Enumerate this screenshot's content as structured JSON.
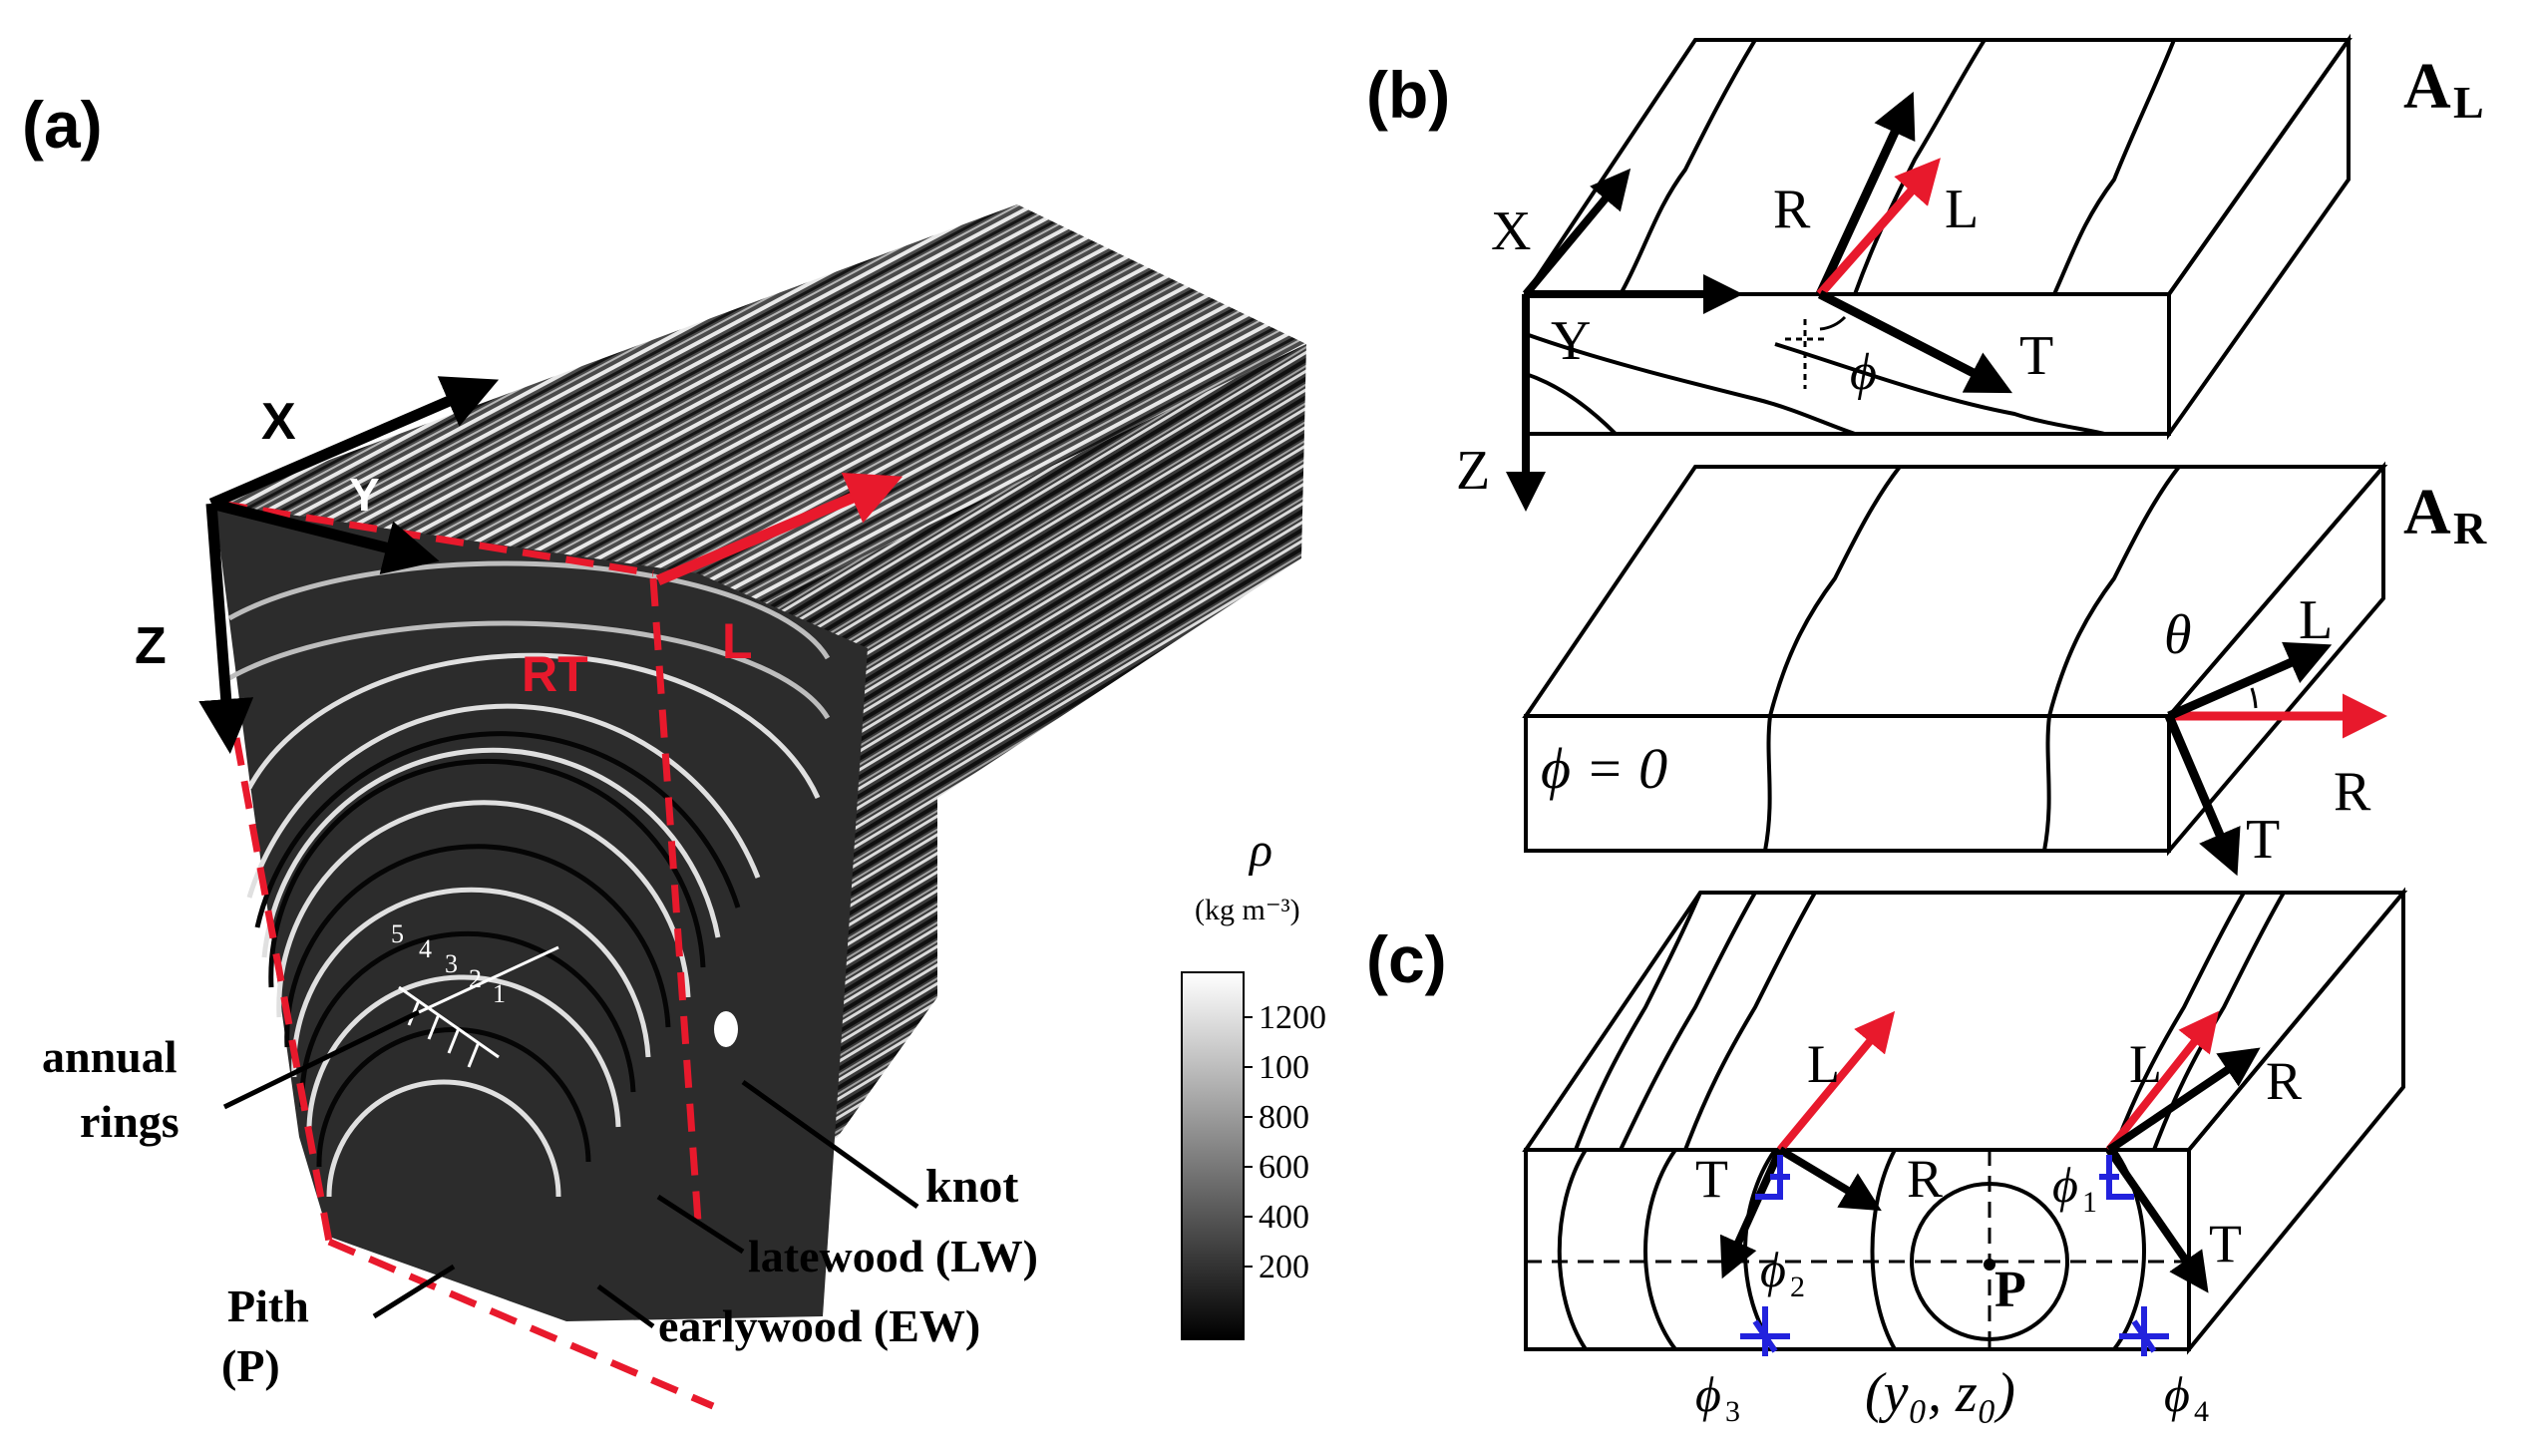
{
  "panel_a": {
    "label": "(a)",
    "axes": {
      "x": "X",
      "y": "Y",
      "z": "Z"
    },
    "red_labels": {
      "rt": "RT",
      "l": "L"
    },
    "ring_numbers": [
      "5",
      "4",
      "3",
      "2",
      "1"
    ],
    "annotations": {
      "annual_rings_line1": "annual",
      "annual_rings_line2": "rings",
      "knot": "knot",
      "latewood": "latewood (LW)",
      "earlywood": "earlywood (EW)",
      "pith_line1": "Pith",
      "pith_line2": "(P)"
    },
    "colorbar": {
      "symbol": "ρ",
      "unit": "(kg m⁻³)",
      "ticks": [
        "1200",
        "100",
        "800",
        "600",
        "400",
        "200"
      ]
    }
  },
  "panel_b": {
    "label": "(b)",
    "top_block": {
      "name_main": "A",
      "name_sub": "L",
      "axes": {
        "x": "X",
        "y": "Y",
        "z": "Z"
      },
      "vectors": {
        "r": "R",
        "l": "L",
        "t": "T",
        "angle": "ϕ"
      }
    },
    "bottom_block": {
      "name_main": "A",
      "name_sub": "R",
      "equation": "ϕ = 0",
      "vectors": {
        "theta": "θ",
        "l": "L",
        "r": "R",
        "t": "T"
      }
    }
  },
  "panel_c": {
    "label": "(c)",
    "left_vectors": {
      "l": "L",
      "t": "T",
      "r": "R"
    },
    "right_vectors": {
      "l": "L",
      "r": "R",
      "t": "T"
    },
    "angles": {
      "phi1": "ϕ",
      "phi1_sub": "1",
      "phi2": "ϕ",
      "phi2_sub": "2",
      "phi3": "ϕ",
      "phi3_sub": "3",
      "phi4": "ϕ",
      "phi4_sub": "4"
    },
    "pith_label": "P",
    "coords": "(y₀, z₀)"
  },
  "colors": {
    "red": "#e8192c",
    "blue": "#2222dd",
    "black": "#000000"
  }
}
